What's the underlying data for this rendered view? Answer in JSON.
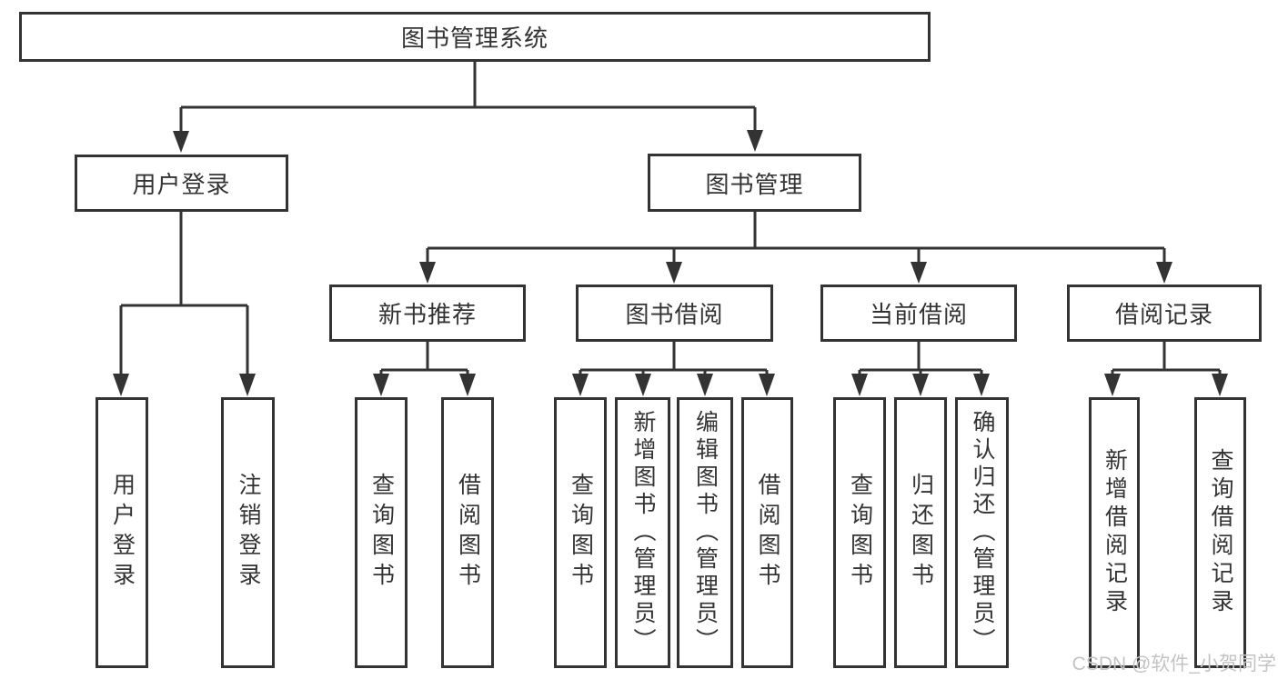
{
  "diagram": {
    "nodes": {
      "root": "图书管理系统",
      "user_login": "用户登录",
      "book_mgmt": "图书管理",
      "new_book_rec": "新书推荐",
      "book_borrow": "图书借阅",
      "current_borrow": "当前借阅",
      "borrow_record": "借阅记录",
      "ul_user_login": "用户登录",
      "ul_logout": "注销登录",
      "nbr_query_book": "查询图书",
      "nbr_borrow_book": "借阅图书",
      "bb_query_book": "查询图书",
      "bb_add_book": "新增图书（管理员）",
      "bb_edit_book": "编辑图书（管理员）",
      "bb_borrow_book": "借阅图书",
      "cb_query_book": "查询图书",
      "cb_return_book": "归还图书",
      "cb_confirm_return": "确认归还（管理员）",
      "br_add_record": "新增借阅记录",
      "br_query_record": "查询借阅记录"
    },
    "watermark": "CSDN @软件_小贺同学",
    "colors": {
      "line": "#333333",
      "border": "#333333",
      "text": "#333333",
      "watermark": "#c3c3c3",
      "background": "#ffffff"
    }
  }
}
